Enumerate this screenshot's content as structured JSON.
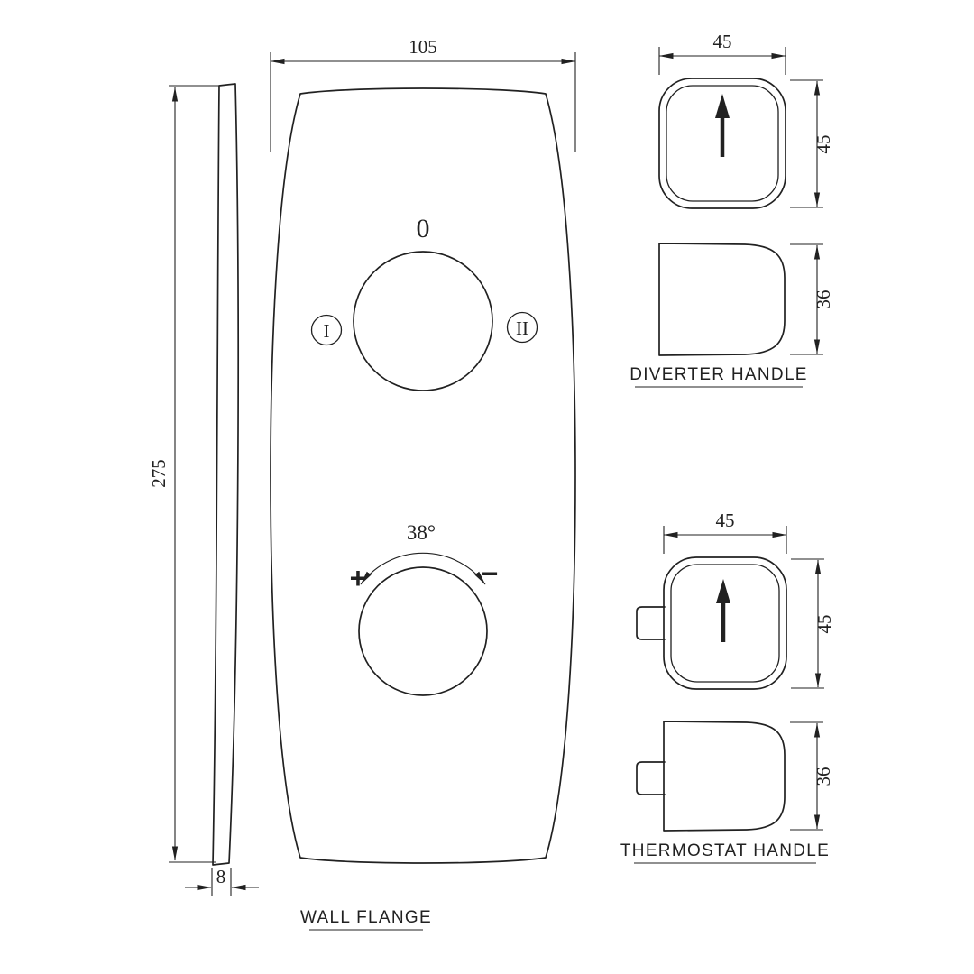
{
  "drawing": {
    "colors": {
      "line": "#212121",
      "background": "#ffffff"
    },
    "wall_flange": {
      "label": "WALL FLANGE",
      "width_mm": "105",
      "height_mm": "275",
      "thickness_mm": "8",
      "diverter_port_markings": {
        "off": "0",
        "position_one": "I",
        "position_two": "II"
      },
      "thermostat_dial_markings": {
        "rotation_angle": "38°",
        "hotter": "+",
        "colder": "−"
      }
    },
    "diverter_handle": {
      "label": "DIVERTER HANDLE",
      "width_mm": "45",
      "height_mm": "45",
      "depth_mm": "36"
    },
    "thermostat_handle": {
      "label": "THERMOSTAT HANDLE",
      "width_mm": "45",
      "height_mm": "45",
      "depth_mm": "36"
    }
  }
}
